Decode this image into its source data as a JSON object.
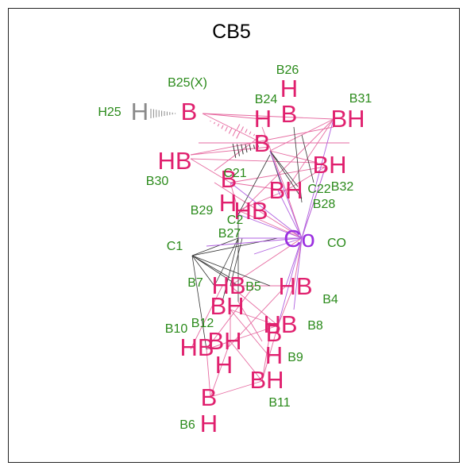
{
  "title": "CB5",
  "colors": {
    "atom": "#e0206e",
    "metal": "#9b30e0",
    "label": "#2a8a1a",
    "hydrogen_grey": "#8a8a8a",
    "bond_pink": "#e66aa0",
    "bond_dark": "#333333",
    "bond_violet": "#b060e0"
  },
  "atoms": [
    {
      "sym": "B",
      "label": "B25(X)"
    },
    {
      "sym": "H",
      "label": "H25"
    },
    {
      "sym": "H",
      "label": "B26"
    },
    {
      "sym": "B",
      "label": ""
    },
    {
      "sym": "H",
      "label": "B24"
    },
    {
      "sym": "B",
      "label": ""
    },
    {
      "sym": "BH",
      "label": "B31"
    },
    {
      "sym": "HB",
      "label": "B30"
    },
    {
      "sym": "BH",
      "label": "B32"
    },
    {
      "sym": "B",
      "label": "C21"
    },
    {
      "sym": "BH",
      "label": "C22"
    },
    {
      "sym": "H",
      "label": "B29"
    },
    {
      "sym": "HB",
      "label": "C2"
    },
    {
      "sym": "Co",
      "label": "CO"
    },
    {
      "sym": "HB",
      "label": "B7"
    },
    {
      "sym": "HB",
      "label": "B5"
    },
    {
      "sym": "BH",
      "label": "B4"
    },
    {
      "sym": "HB",
      "label": "B12"
    },
    {
      "sym": "HB",
      "label": "B10"
    },
    {
      "sym": "BH",
      "label": "B8"
    },
    {
      "sym": "B",
      "label": ""
    },
    {
      "sym": "H",
      "label": "B9"
    },
    {
      "sym": "H",
      "label": ""
    },
    {
      "sym": "BH",
      "label": "B11"
    },
    {
      "sym": "B",
      "label": ""
    },
    {
      "sym": "H",
      "label": "B6"
    }
  ],
  "extra_labels": [
    "B28",
    "B27",
    "C1"
  ]
}
